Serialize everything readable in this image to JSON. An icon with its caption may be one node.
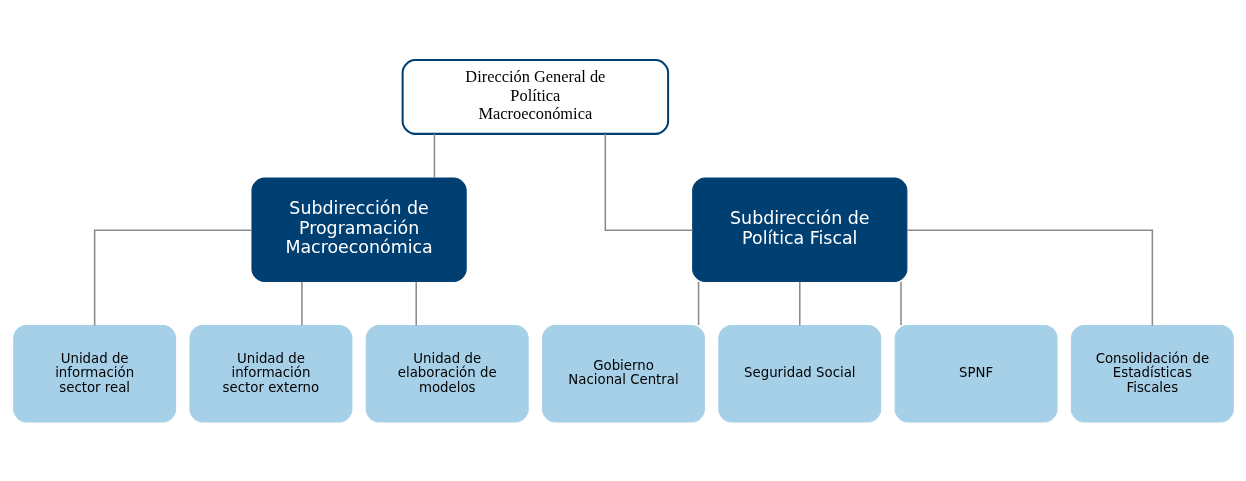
{
  "diagram": {
    "nodes": [
      {
        "text": [
          "Dirección General de Política Macroeconómica"
        ]
      },
      {
        "text": [
          "Subdirección de Programación Macroeconómica"
        ]
      },
      {
        "text": [
          "Subdirección de Política Fiscal"
        ]
      },
      {
        "text": [
          "Unidad de información sector real"
        ]
      },
      {
        "text": [
          "Unidad de información sector externo"
        ]
      },
      {
        "text": [
          "Unidad de elaboración de modelos"
        ]
      },
      {
        "text": [
          "Gobierno Nacional Central"
        ]
      },
      {
        "text": [
          "Seguridad Social"
        ]
      },
      {
        "text": [
          "SPNF"
        ]
      },
      {
        "text": [
          "Consolidación de Estadísticas Fiscales"
        ]
      }
    ],
    "edges": [
      {
        "from": 0,
        "to": 1,
        "arrow": "none"
      },
      {
        "from": 0,
        "to": 2,
        "arrow": "none"
      },
      {
        "from": 1,
        "to": 3,
        "arrow": "none"
      },
      {
        "from": 1,
        "to": 4,
        "arrow": "none"
      },
      {
        "from": 1,
        "to": 5,
        "arrow": "none"
      },
      {
        "from": 2,
        "to": 6,
        "arrow": "none"
      },
      {
        "from": 2,
        "to": 7,
        "arrow": "none"
      },
      {
        "from": 2,
        "to": 8,
        "arrow": "none"
      },
      {
        "from": 2,
        "to": 9,
        "arrow": "none"
      }
    ]
  }
}
